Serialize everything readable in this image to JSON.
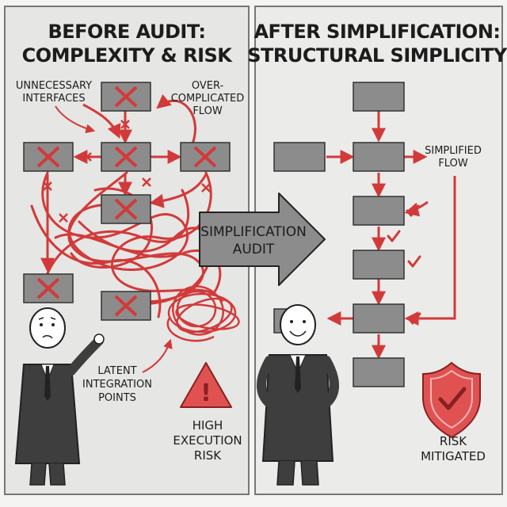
{
  "left_panel": {
    "title_line1": "BEFORE AUDIT:",
    "title_line2": "COMPLEXITY & RISK",
    "annotation_interfaces_line1": "UNNECESSARY",
    "annotation_interfaces_line2": "INTERFACES",
    "annotation_flow_line1": "OVER-",
    "annotation_flow_line2": "COMPLICATED",
    "annotation_flow_line3": "FLOW",
    "annotation_latent_line1": "LATENT",
    "annotation_latent_line2": "INTEGRATION",
    "annotation_latent_line3": "POINTS",
    "risk_line1": "HIGH",
    "risk_line2": "EXECUTION",
    "risk_line3": "RISK",
    "warning_glyph": "!"
  },
  "center_arrow": {
    "line1": "SIMPLIFICATION",
    "line2": "AUDIT"
  },
  "right_panel": {
    "title_line1": "AFTER SIMPLIFICATION:",
    "title_line2": "STRUCTURAL SIMPLICITY",
    "annotation_flow_line1": "SIMPLIFIED",
    "annotation_flow_line2": "FLOW",
    "risk_line1": "RISK",
    "risk_line2": "MITIGATED"
  },
  "colors": {
    "accent_red": "#d23a3a",
    "box_gray": "#8c8c8c",
    "panel_left": "#e6e6e4",
    "panel_right": "#ebebea",
    "suit": "#3e3e3e"
  }
}
